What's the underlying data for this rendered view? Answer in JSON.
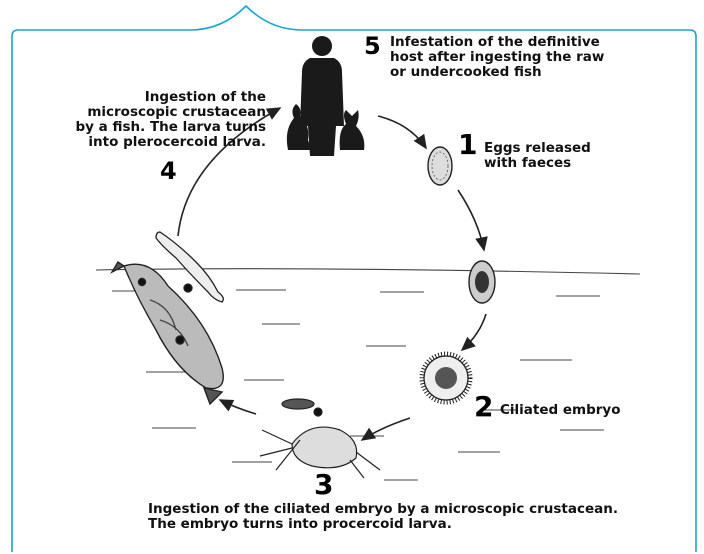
{
  "frame_color": "#1aa7c9",
  "steps": [
    {
      "number": "1",
      "text": "Eggs released\nwith faeces"
    },
    {
      "number": "2",
      "text": "Ciliated embryo"
    },
    {
      "number": "3",
      "text": "Ingestion of the ciliated embryo by a microscopic crustacean.\nThe embryo turns into procercoid larva."
    },
    {
      "number": "4",
      "text": "Ingestion of the\nmicroscopic crustacean\nby a fish. The larva turns\ninto plerocercoid larva."
    },
    {
      "number": "5",
      "text": "Infestation of the definitive\nhost after ingesting the raw\nor undercooked fish"
    }
  ]
}
